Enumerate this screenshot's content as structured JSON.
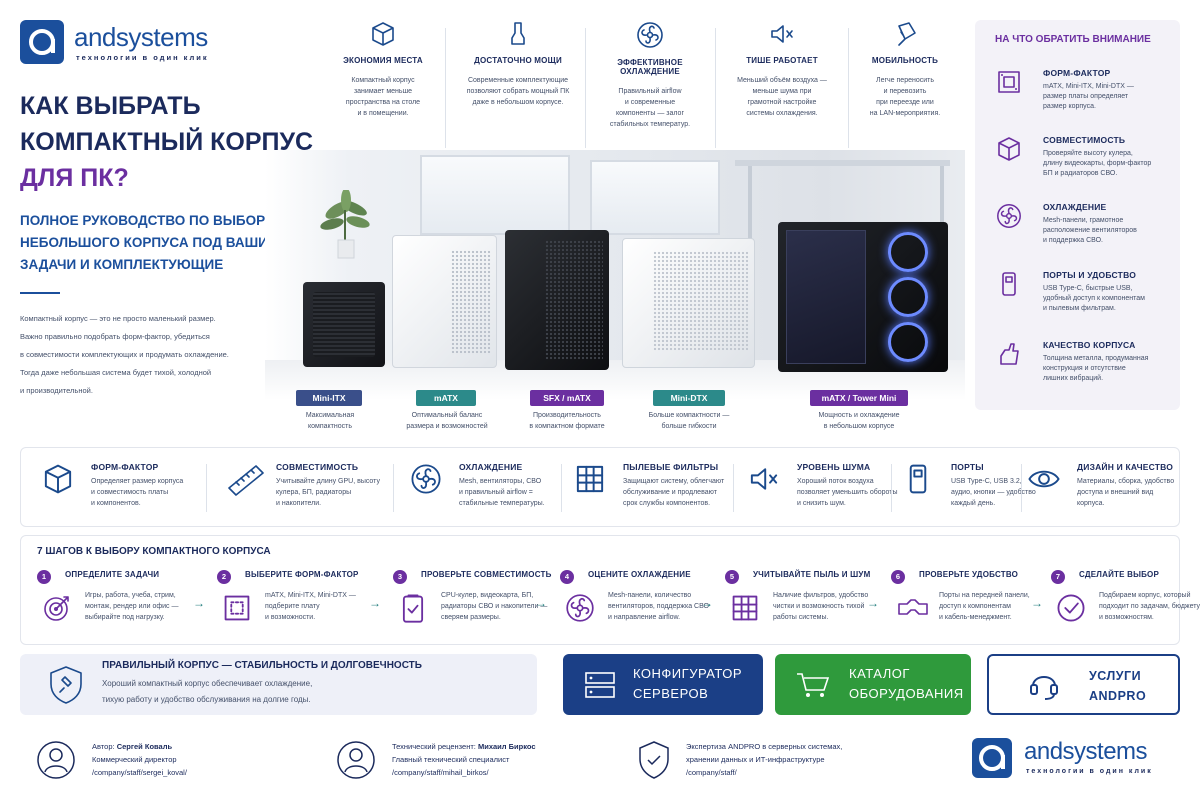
{
  "brand": {
    "name": "andsystems",
    "tagline": "технологии в один клик"
  },
  "hero": {
    "title_line1": "КАК ВЫБРАТЬ",
    "title_line2": "КОМПАКТНЫЙ КОРПУС",
    "title_line3": "ДЛЯ ПК?",
    "subtitle_line1": "ПОЛНОЕ РУКОВОДСТВО ПО ВЫБОРУ",
    "subtitle_line2": "НЕБОЛЬШОГО КОРПУСА ПОД ВАШИ",
    "subtitle_line3": "ЗАДАЧИ И КОМПЛЕКТУЮЩИЕ",
    "intro": [
      "Компактный корпус — это не просто маленький размер.",
      "Важно правильно подобрать форм-фактор, убедиться",
      "в совместимости комплектующих и продумать охлаждение.",
      "Тогда даже небольшая система будет тихой, холодной",
      "и производительной."
    ]
  },
  "top_features": [
    {
      "title": "ЭКОНОМИЯ МЕСТА",
      "icon": "cube-icon",
      "lines": [
        "Компактный корпус",
        "занимает меньше",
        "пространства на столе",
        "и в помещении."
      ]
    },
    {
      "title": "ДОСТАТОЧНО МОЩИ",
      "icon": "chip-icon",
      "lines": [
        "Современные комплектующие",
        "позволяют собрать мощный ПК",
        "даже в небольшом корпусе."
      ]
    },
    {
      "title": "ЭФФЕКТИВНОЕ ОХЛАЖДЕНИЕ",
      "icon": "fan-icon",
      "lines": [
        "Правильный airflow",
        "и современные",
        "компоненты — залог",
        "стабильных температур."
      ]
    },
    {
      "title": "ТИШЕ РАБОТАЕТ",
      "icon": "mute-icon",
      "lines": [
        "Меньший объём воздуха —",
        "меньше шума при",
        "грамотной настройке",
        "системы охлаждения."
      ]
    },
    {
      "title": "МОБИЛЬНОСТЬ",
      "icon": "mobile-icon",
      "lines": [
        "Легче переносить",
        "и перевозить",
        "при переезде или",
        "на LAN-мероприятия."
      ]
    }
  ],
  "cases": [
    {
      "label": "Mini-ITX",
      "desc": [
        "Максимальная",
        "компактность"
      ],
      "label_color": "#3a4f8a"
    },
    {
      "label": "mATX",
      "desc": [
        "Оптимальный баланс",
        "размера и возможностей"
      ],
      "label_color": "#2c8a8a"
    },
    {
      "label": "SFX / mATX",
      "desc": [
        "Производительность",
        "в компактном формате"
      ],
      "label_color": "#6b2fa0"
    },
    {
      "label": "Mini-DTX",
      "desc": [
        "Больше компактности —",
        "больше гибкости"
      ],
      "label_color": "#2c8a8a"
    },
    {
      "label": "mATX / Tower Mini",
      "desc": [
        "Мощность и охлаждение",
        "в небольшом корпусе"
      ],
      "label_color": "#6b2fa0"
    }
  ],
  "attention": {
    "title": "НА ЧТО ОБРАТИТЬ ВНИМАНИЕ",
    "items": [
      {
        "title": "ФОРМ-ФАКТОР",
        "icon": "board-icon",
        "lines": [
          "mATX, Mini-ITX, Mini-DTX —",
          "размер платы определяет",
          "размер корпуса."
        ]
      },
      {
        "title": "СОВМЕСТИМОСТЬ",
        "icon": "box-icon",
        "lines": [
          "Проверяйте высоту кулера,",
          "длину видеокарты, форм-фактор",
          "БП и радиаторов СВО."
        ]
      },
      {
        "title": "ОХЛАЖДЕНИЕ",
        "icon": "fan-icon",
        "lines": [
          "Mesh-панели, грамотное",
          "расположение вентиляторов",
          "и поддержка СВО."
        ]
      },
      {
        "title": "ПОРТЫ И УДОБСТВО",
        "icon": "usb-icon",
        "lines": [
          "USB Type-C, быстрые USB,",
          "удобный доступ к компонентам",
          "и пылевым фильтрам."
        ]
      },
      {
        "title": "КАЧЕСТВО КОРПУСА",
        "icon": "hand-icon",
        "lines": [
          "Толщина металла, продуманная",
          "конструкция и отсутствие",
          "лишних вибраций."
        ]
      }
    ]
  },
  "feature_strip": [
    {
      "title": "ФОРМ-ФАКТОР",
      "icon": "cube-icon",
      "lines": [
        "Определяет размер корпуса",
        "и совместимость платы",
        "и компонентов."
      ]
    },
    {
      "title": "СОВМЕСТИМОСТЬ",
      "icon": "ruler-icon",
      "lines": [
        "Учитывайте длину GPU, высоту",
        "кулера, БП, радиаторы",
        "и накопители."
      ]
    },
    {
      "title": "ОХЛАЖДЕНИЕ",
      "icon": "fan-icon",
      "lines": [
        "Mesh, вентиляторы, СВО",
        "и правильный airflow =",
        "стабильные температуры."
      ]
    },
    {
      "title": "ПЫЛЕВЫЕ ФИЛЬТРЫ",
      "icon": "filter-icon",
      "lines": [
        "Защищают систему, облегчают",
        "обслуживание и продлевают",
        "срок службы компонентов."
      ]
    },
    {
      "title": "УРОВЕНЬ ШУМА",
      "icon": "mute-icon",
      "lines": [
        "Хороший поток воздуха",
        "позволяет уменьшить обороты",
        "и снизить шум."
      ]
    },
    {
      "title": "ПОРТЫ",
      "icon": "usb-icon",
      "lines": [
        "USB Type-C, USB 3.2,",
        "аудио, кнопки — удобство",
        "каждый день."
      ]
    },
    {
      "title": "ДИЗАЙН И КАЧЕСТВО",
      "icon": "eye-icon",
      "lines": [
        "Материалы, сборка, удобство",
        "доступа и внешний вид",
        "корпуса."
      ]
    }
  ],
  "steps": {
    "title": "7 ШАГОВ К ВЫБОРУ КОМПАКТНОГО КОРПУСА",
    "items": [
      {
        "num": "1",
        "title": "ОПРЕДЕЛИТЕ ЗАДАЧИ",
        "icon": "target-icon",
        "lines": [
          "Игры, работа, учеба, стрим,",
          "монтаж, рендер или офис —",
          "выбирайте под нагрузку."
        ]
      },
      {
        "num": "2",
        "title": "ВЫБЕРИТЕ ФОРМ-ФАКТОР",
        "icon": "board-icon",
        "lines": [
          "mATX, Mini-ITX, Mini-DTX —",
          "подберите плату",
          "и возможности."
        ]
      },
      {
        "num": "3",
        "title": "ПРОВЕРЬТЕ СОВМЕСТИМОСТЬ",
        "icon": "checklist-icon",
        "lines": [
          "CPU-кулер, видеокарта, БП,",
          "радиаторы СВО и накопители —",
          "сверяем размеры."
        ]
      },
      {
        "num": "4",
        "title": "ОЦЕНИТЕ ОХЛАЖДЕНИЕ",
        "icon": "fan-icon",
        "lines": [
          "Mesh-панели, количество",
          "вентиляторов, поддержка СВО",
          "и направление airflow."
        ]
      },
      {
        "num": "5",
        "title": "УЧИТЫВАЙТЕ ПЫЛЬ И ШУМ",
        "icon": "filter-icon",
        "lines": [
          "Наличие фильтров, удобство",
          "чистки и возможность тихой",
          "работы системы."
        ]
      },
      {
        "num": "6",
        "title": "ПРОВЕРЬТЕ УДОБСТВО",
        "icon": "cable-icon",
        "lines": [
          "Порты на передней панели,",
          "доступ к компонентам",
          "и кабель-менеджмент."
        ]
      },
      {
        "num": "7",
        "title": "СДЕЛАЙТЕ ВЫБОР",
        "icon": "check-icon",
        "lines": [
          "Подбираем корпус, который",
          "подходит по задачам, бюджету",
          "и возможностям."
        ]
      }
    ]
  },
  "banner": {
    "title": "ПРАВИЛЬНЫЙ КОРПУС — СТАБИЛЬНОСТЬ И ДОЛГОВЕЧНОСТЬ",
    "line1": "Хороший компактный корпус обеспечивает охлаждение,",
    "line2": "тихую работу и удобство обслуживания на долгие годы."
  },
  "ctas": [
    {
      "line1": "КОНФИГУРАТОР",
      "line2": "СЕРВЕРОВ",
      "icon": "server-icon",
      "bg": "#1b3f86"
    },
    {
      "line1": "КАТАЛОГ",
      "line2": "ОБОРУДОВАНИЯ",
      "icon": "cart-icon",
      "bg": "#2f9a3c"
    },
    {
      "line1": "УСЛУГИ",
      "line2": "ANDPRO",
      "icon": "headset-icon",
      "bg": "#ffffff"
    }
  ],
  "footer": {
    "author_prefix": "Автор:",
    "author_name": "Сергей Коваль",
    "author_role": "Коммерческий директор",
    "author_url": "/company/staff/sergei_koval/",
    "reviewer_prefix": "Технический рецензент:",
    "reviewer_name": "Михаил Биркос",
    "reviewer_role": "Главный технический специалист",
    "reviewer_url": "/company/staff/mihail_birkos/",
    "expert_line1": "Экспертиза ANDPRO в серверных системах,",
    "expert_line2": "хранении данных и ИТ-инфраструктуре",
    "expert_url": "/company/staff/"
  }
}
